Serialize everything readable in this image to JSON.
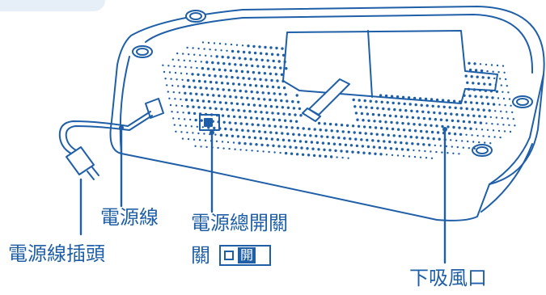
{
  "labels": {
    "power_cord": "電源線",
    "power_plug": "電源線插頭",
    "main_switch": "電源總開關",
    "switch_state": "關",
    "switch_key": "開",
    "bottom_intake": "下吸風口"
  },
  "colors": {
    "line": "#1f5fa8",
    "fill": "#ffffff",
    "vent": "#1f5fa8",
    "tab": "#e6eef7"
  }
}
